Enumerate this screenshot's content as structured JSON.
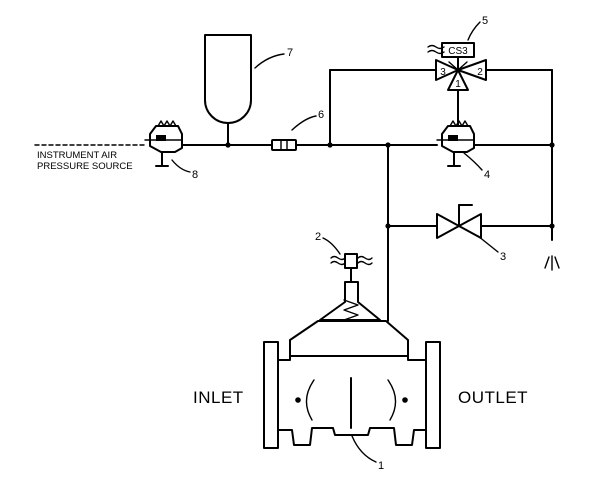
{
  "labels": {
    "source_line1": "INSTRUMENT AIR",
    "source_line2": "PRESSURE SOURCE",
    "inlet": "INLET",
    "outlet": "OUTLET"
  },
  "solenoid": {
    "tag": "CS3",
    "port_left": "3",
    "port_right": "2",
    "port_bottom": "1"
  },
  "callouts": {
    "main_valve": "1",
    "control_solenoid": "2",
    "needle_valve": "3",
    "relay_regulator": "4",
    "three_way_solenoid": "5",
    "restrictor": "6",
    "accumulator": "7",
    "supply_regulator": "8"
  }
}
